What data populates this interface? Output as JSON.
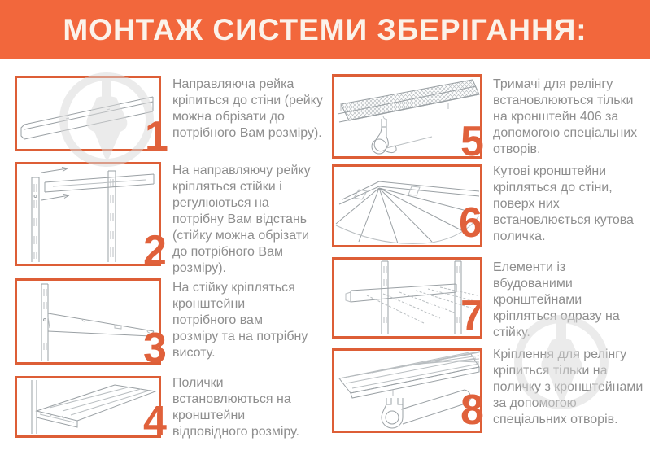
{
  "header": {
    "title": "МОНТАЖ СИСТЕМИ ЗБЕРІГАННЯ:"
  },
  "steps": [
    {
      "number": "1",
      "illustration": "wall-rail",
      "text": "Направляюча рейка кріпиться до стіни (рейку можна обрізати до потрібного Вам розміру)."
    },
    {
      "number": "2",
      "illustration": "uprights-on-rail",
      "text": "На направляючу рейку кріпляться стійки і регулюються на потрібну Вам відстань (стійку можна обрізати до потрібного Вам розміру)."
    },
    {
      "number": "3",
      "illustration": "bracket-on-upright",
      "text": "На стійку кріпляться кронштейни потрібного вам розміру та на потрібну висоту."
    },
    {
      "number": "4",
      "illustration": "shelf-on-brackets",
      "text": "Полички встановлюються на кронштейни відповідного розміру."
    },
    {
      "number": "5",
      "illustration": "rail-holder-on-bracket",
      "text": "Тримачі для релінгу встановлюються тільки на кронштейн 406 за допомогою спеціальних отворів."
    },
    {
      "number": "6",
      "illustration": "corner-shelf",
      "text": "Кутові кронштейни кріпляться до стіни, поверх них встановлюється кутова поличка."
    },
    {
      "number": "7",
      "illustration": "built-in-bracket-element",
      "text": "Елементи із вбудованими кронштейнами кріпляться одразу на стійку."
    },
    {
      "number": "8",
      "illustration": "rail-mount-on-shelf",
      "text": "Кріплення для релінгу кріпиться тільки на поличку з кронштейнами за допомогою спеціальних отворів."
    }
  ],
  "watermark": {
    "name": "spinning-top-logo"
  },
  "colors": {
    "header_bg": "#F2673C",
    "header_text": "#FBF3EA",
    "box_border": "#DD5E36",
    "step_number": "#E0613B",
    "body_text": "#8E8E8E",
    "watermark": "#D9D9D9"
  }
}
